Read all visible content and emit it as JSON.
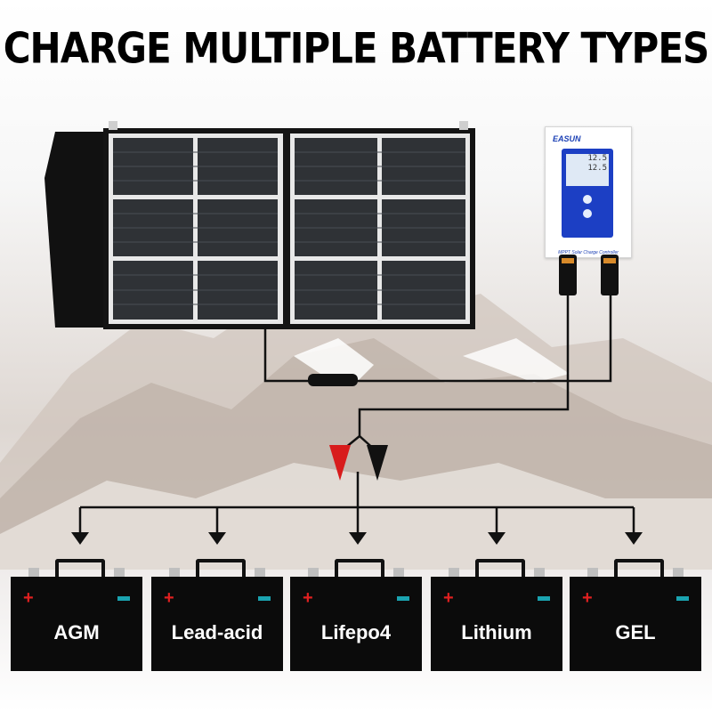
{
  "title": "CHARGE MULTIPLE BATTERY TYPES",
  "controller": {
    "brand": "EASUN",
    "label": "MPPT Solar Charge Controller",
    "lcd_line1": "12.5",
    "lcd_line2": "12.5"
  },
  "batteries": [
    {
      "label": "AGM"
    },
    {
      "label": "Lead-acid"
    },
    {
      "label": "Lifepo4"
    },
    {
      "label": "Lithium"
    },
    {
      "label": "GEL"
    }
  ],
  "colors": {
    "positive": "#e02020",
    "negative": "#1aa3b0",
    "battery_body": "#0b0b0b",
    "controller_panel": "#1c3fc4"
  }
}
